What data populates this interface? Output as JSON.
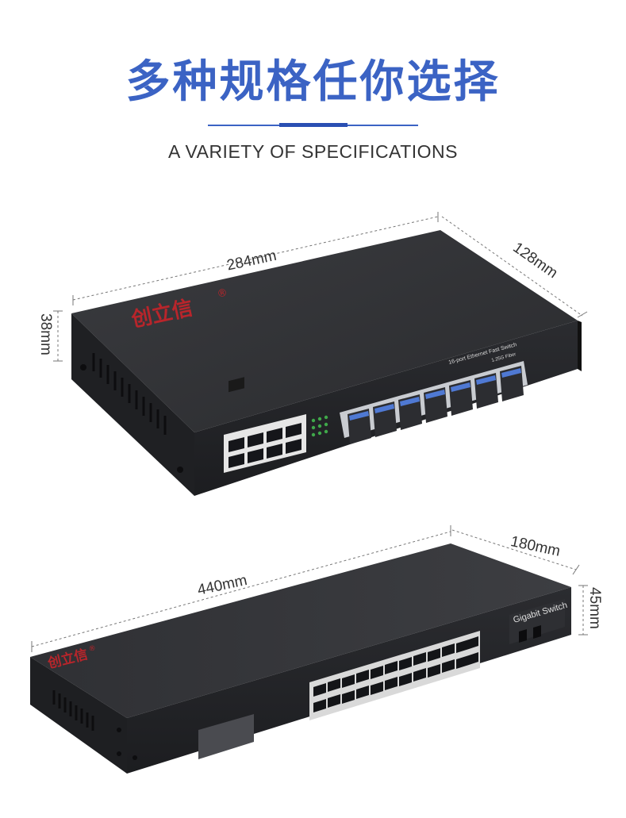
{
  "header": {
    "title": "多种规格任你选择",
    "subtitle": "A VARIETY OF SPECIFICATIONS",
    "accent_color": "#3b63c4"
  },
  "product1": {
    "brand": "创立信",
    "registered": "®",
    "model_label": "16-port Ethernet Fast Switch",
    "fiber_label": "1.25G Fiber",
    "dim_length": "284mm",
    "dim_depth": "128mm",
    "dim_height": "38mm"
  },
  "product2": {
    "brand": "创立信",
    "registered": "®",
    "model_label": "Gigabit Switch",
    "dim_length": "440mm",
    "dim_depth": "180mm",
    "dim_height": "45mm"
  }
}
